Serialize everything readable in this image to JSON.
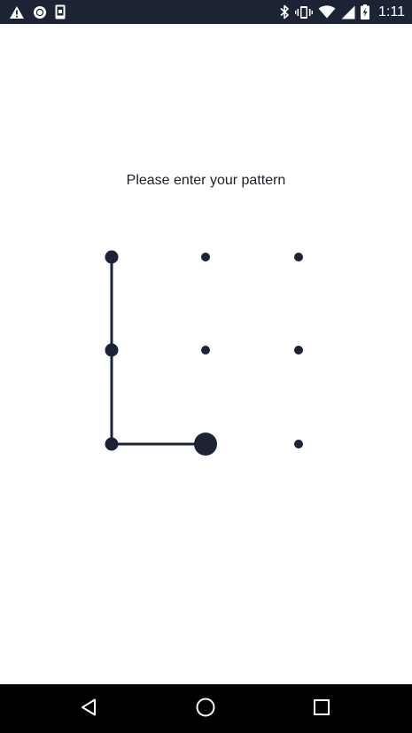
{
  "status_bar": {
    "time": "1:11",
    "left_icons": [
      "warning-icon",
      "record-icon",
      "device-icon"
    ],
    "right_icons": [
      "bluetooth-icon",
      "vibrate-icon",
      "wifi-icon",
      "signal-icon",
      "battery-icon"
    ]
  },
  "lock_screen": {
    "prompt": "Please enter your pattern",
    "pattern_dots": [
      {
        "id": "dot-1",
        "row": 1,
        "col": 1,
        "selected": true
      },
      {
        "id": "dot-2",
        "row": 1,
        "col": 2,
        "selected": false
      },
      {
        "id": "dot-3",
        "row": 1,
        "col": 3,
        "selected": false
      },
      {
        "id": "dot-4",
        "row": 2,
        "col": 1,
        "selected": true
      },
      {
        "id": "dot-5",
        "row": 2,
        "col": 2,
        "selected": false
      },
      {
        "id": "dot-6",
        "row": 2,
        "col": 3,
        "selected": false
      },
      {
        "id": "dot-7",
        "row": 3,
        "col": 1,
        "selected": true
      },
      {
        "id": "dot-8",
        "row": 3,
        "col": 2,
        "selected": true,
        "active": true
      },
      {
        "id": "dot-9",
        "row": 3,
        "col": 3,
        "selected": false
      }
    ],
    "pattern_path": [
      "dot-1",
      "dot-4",
      "dot-7",
      "dot-8"
    ]
  },
  "navigation_bar": {
    "buttons": [
      "back-icon",
      "home-icon",
      "recents-icon"
    ]
  },
  "colors": {
    "status_bar_bg": "#1b2335",
    "pattern_color": "#1b2335",
    "nav_bar_bg": "#000000",
    "background": "#ffffff"
  }
}
